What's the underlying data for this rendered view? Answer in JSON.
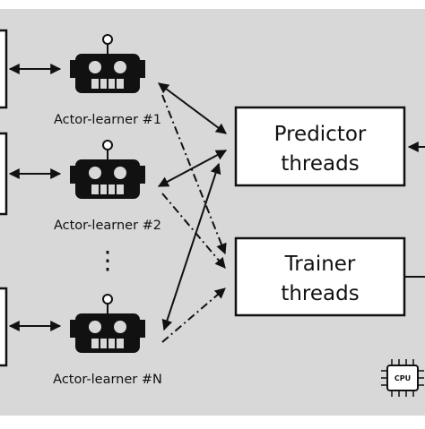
{
  "colors": {
    "background": "#d8d8d8",
    "box_fill": "#ffffff",
    "stroke": "#111111"
  },
  "robots": [
    {
      "label": "Actor-learner #1",
      "icon": "robot-icon"
    },
    {
      "label": "Actor-learner #2",
      "icon": "robot-icon"
    },
    {
      "label": "Actor-learner #N",
      "icon": "robot-icon"
    }
  ],
  "ellipsis": "⋮",
  "predictor": {
    "line1": "Predictor",
    "line2": "threads"
  },
  "trainer": {
    "line1": "Trainer",
    "line2": "threads"
  },
  "cpu": {
    "label": "CPU",
    "icon": "cpu-chip-icon"
  }
}
